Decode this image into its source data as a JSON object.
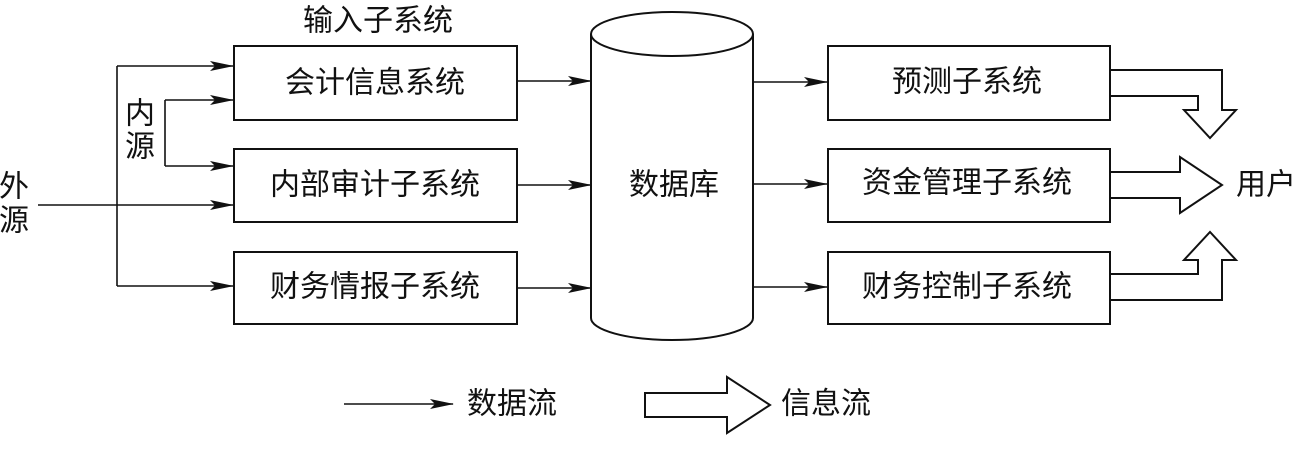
{
  "input_group_title": "输入子系统",
  "sources": {
    "external_line1": "外",
    "external_line2": "源",
    "internal_line1": "内",
    "internal_line2": "源"
  },
  "input_systems": [
    {
      "label": "会计信息系统"
    },
    {
      "label": "内部审计子系统"
    },
    {
      "label": "财务情报子系统"
    }
  ],
  "database": {
    "label": "数据库"
  },
  "output_systems": [
    {
      "label": "预测子系统"
    },
    {
      "label": "资金管理子系统"
    },
    {
      "label": "财务控制子系统"
    }
  ],
  "user": {
    "label": "用户"
  },
  "legend": {
    "data_flow": "数据流",
    "info_flow": "信息流"
  }
}
